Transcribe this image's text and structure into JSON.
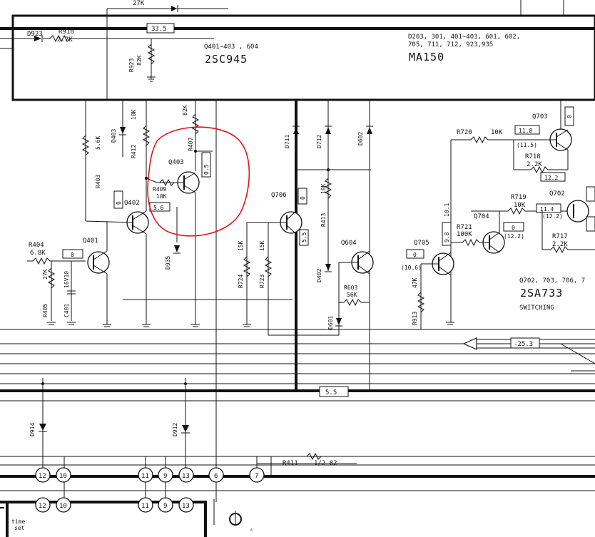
{
  "labels": {
    "r27k_top": "27K",
    "d923": "D923",
    "r918": "R918",
    "r918_val": "2.7K",
    "v335": "33.5",
    "r923": "R923",
    "r923_val": "82K",
    "q_group1_line1": "Q401∼403 , 604",
    "q_group1_line2": "2SC945",
    "d_group_line1": "D203, 301, 401∼403, 601, 602,",
    "d_group_line2": "705, 711, 712, 923,935",
    "d_group_line3": "MA150",
    "q703": "Q703",
    "r720": "R720",
    "r720_val": "10K",
    "v118": "11.8",
    "v115": "(11.5)",
    "r718": "R718",
    "r718_val": "2.2K",
    "v122": "12.2",
    "r403": "R403",
    "r403_val": "5.6K",
    "d403": "D403",
    "r412": "R412",
    "r412_val": "18K",
    "r407": "R407",
    "r407_val": "82K",
    "q403": "Q403",
    "v05": "0.5",
    "d711": "D711",
    "d712": "D712",
    "d602": "D602",
    "r409": "R409",
    "r409_val": "10K",
    "q402": "Q402",
    "v0_q402": "0",
    "v56": "5.6",
    "q706": "Q706",
    "v0_q706": "0",
    "r413": "R413",
    "r413_val": "10K",
    "v55": "5.5",
    "r719": "R719",
    "r719_val": "10K",
    "v114": "11.4",
    "q702": "Q702",
    "v122b": "(12.2)",
    "q704": "Q704",
    "r721": "R721",
    "r721_val": "100K",
    "v0_q704": "0",
    "v122c": "(12.2)",
    "v101": "10.1",
    "v98": "9.8",
    "r717": "R717",
    "r717_val": "2.2K",
    "r404": "R404",
    "r404_val": "6.8K",
    "q401": "Q401",
    "v0_q401": "0",
    "d935": "D935",
    "r724": "R724",
    "r724_val": "15K",
    "r723": "R723",
    "r723_val": "15K",
    "d402": "D402",
    "q604": "Q604",
    "q705": "Q705",
    "v0_q705": "0",
    "v106": "(10.6)",
    "r405": "R405",
    "r405_val": "27K",
    "c401": "C401",
    "c401_val": "16V10",
    "r603": "R603",
    "r603_val": "56K",
    "d601": "D601",
    "r913": "R913",
    "r913_val": "47K",
    "q_group2_line1": "Q702, 703, 706, 7",
    "q_group2_line2": "2SA733",
    "q_group2_line3": "SWITCHING",
    "v253": "-25.3",
    "v55b": "5.5",
    "d914": "D914",
    "d912": "D912",
    "r411": "R411",
    "r411_val": "1/2  82",
    "pins_row1": [
      "12",
      "10",
      "11",
      "9",
      "13",
      "6",
      "7"
    ],
    "pins_row2": [
      "12",
      "10",
      "11",
      "9",
      "13"
    ],
    "time_set_1": "time",
    "time_set_2": "set"
  },
  "colors": {
    "ink": "#111111",
    "highlight": "#e0141e",
    "paper": "#ffffff"
  }
}
